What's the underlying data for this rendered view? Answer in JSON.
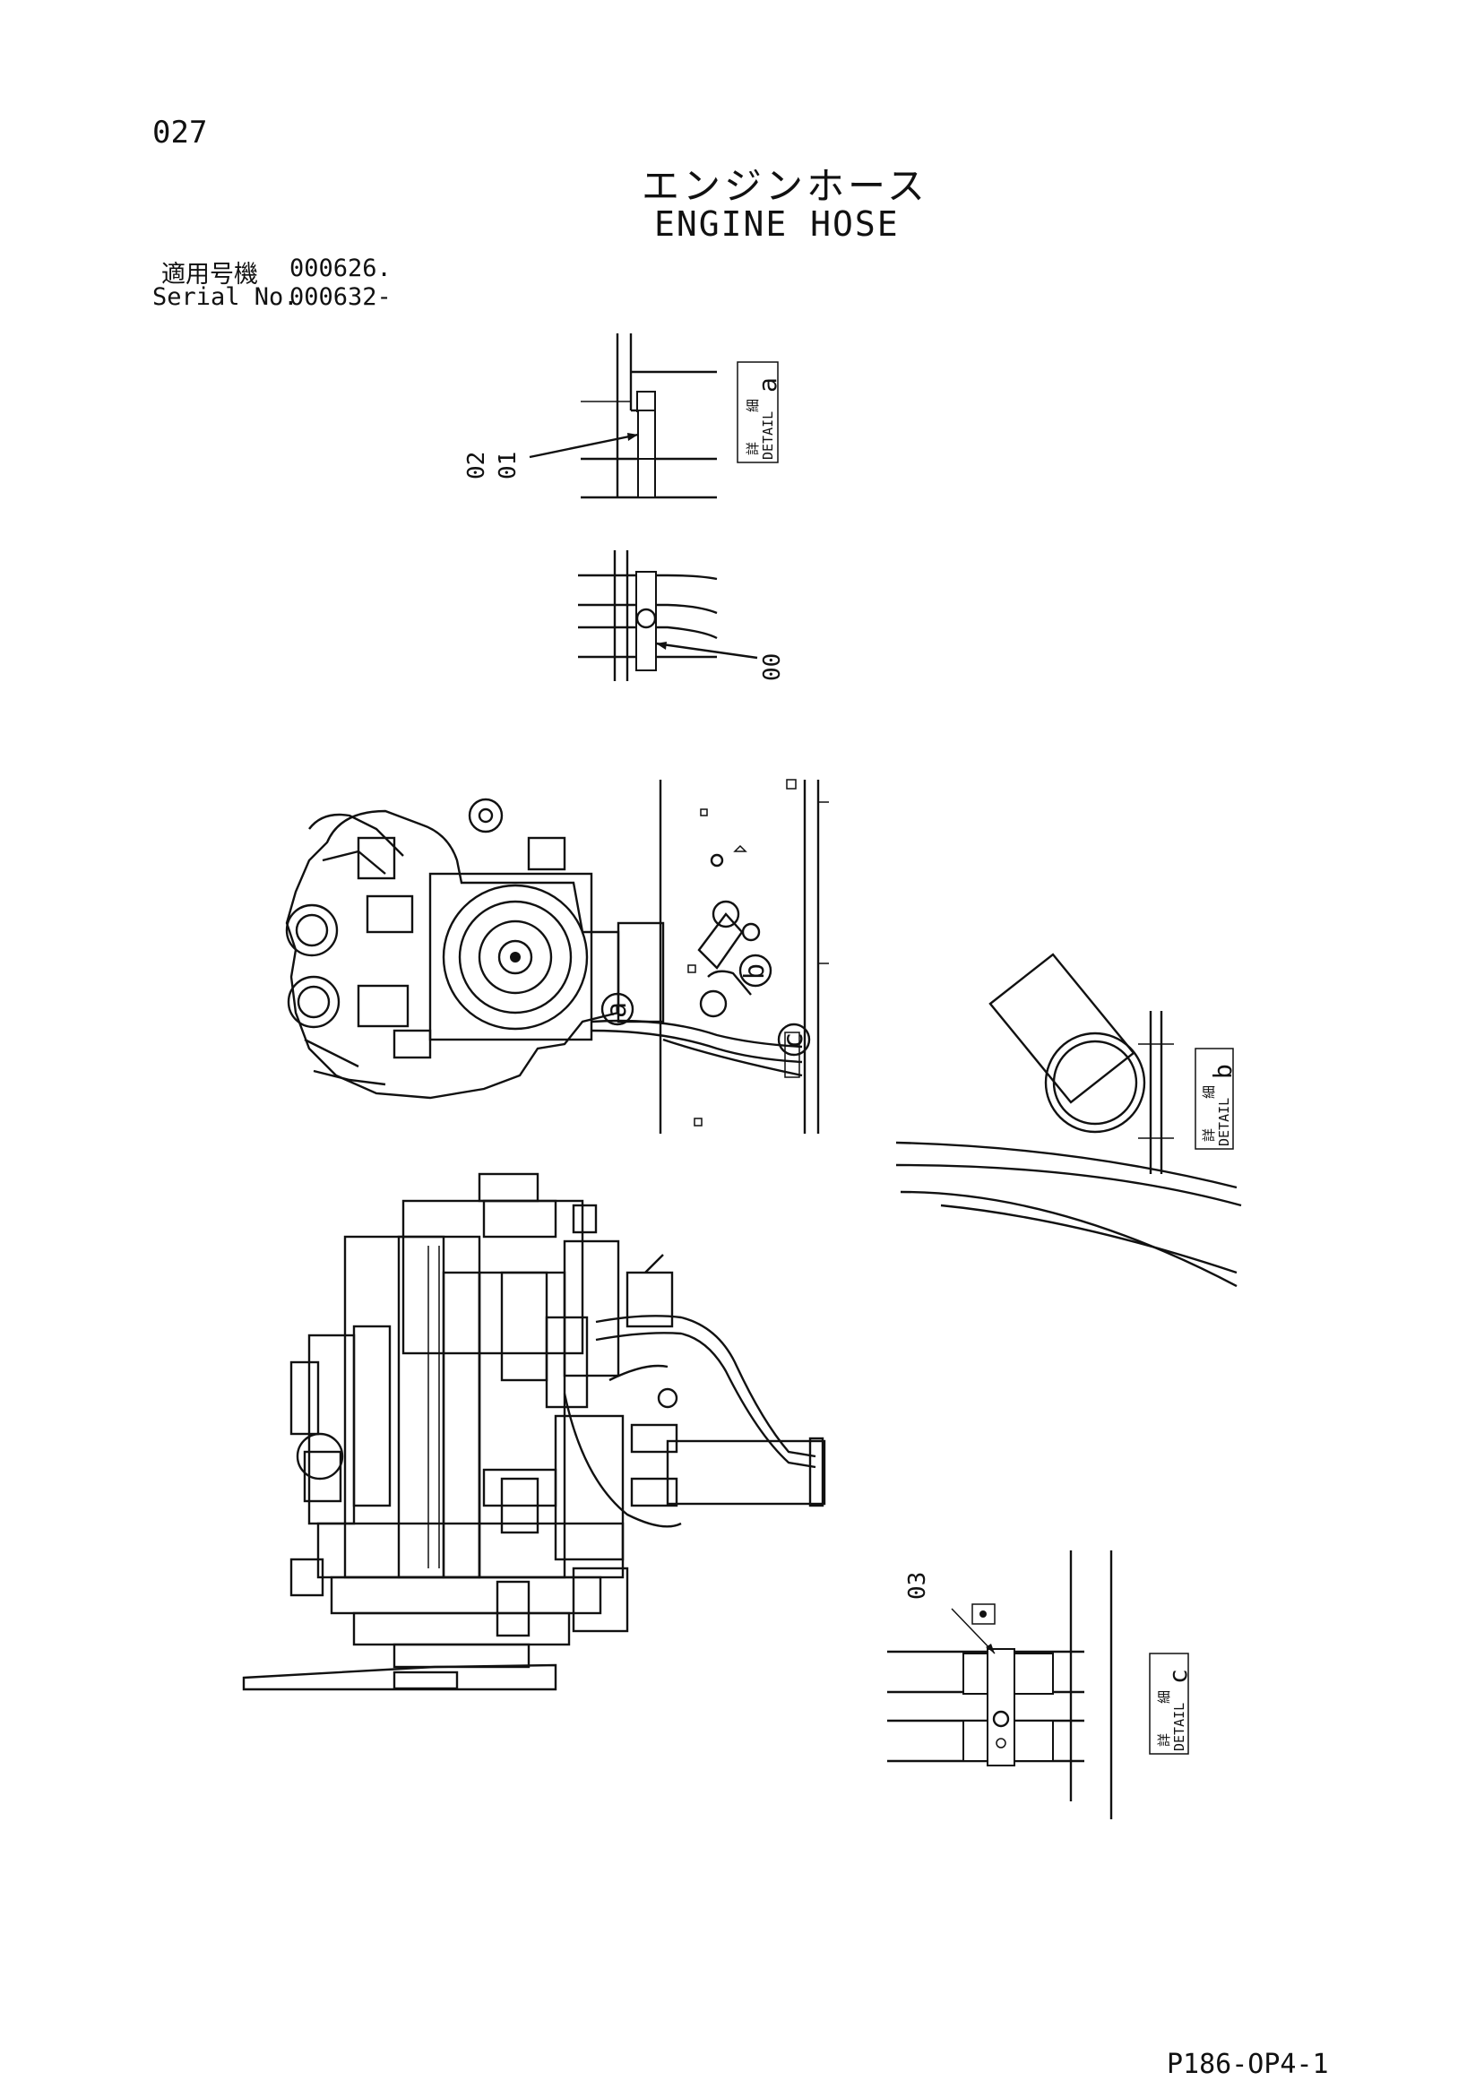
{
  "header": {
    "page_number": "027",
    "title_jp": "エンジンホース",
    "title_en": "ENGINE HOSE"
  },
  "serial": {
    "label_jp": "適用号機",
    "value_1": "000626.",
    "label_en": "Serial No.",
    "value_2": "000632-"
  },
  "details": {
    "a": {
      "kanji_1": "詳",
      "kanji_2": "細",
      "word": "DETAIL",
      "letter": "a"
    },
    "b": {
      "kanji_1": "詳",
      "kanji_2": "細",
      "word": "DETAIL",
      "letter": "b"
    },
    "c": {
      "kanji_1": "詳",
      "kanji_2": "細",
      "word": "DETAIL",
      "letter": "c"
    }
  },
  "callouts": {
    "part_02": "02",
    "part_01": "01",
    "part_00": "00",
    "part_03": "03",
    "marker_a": "a",
    "marker_b": "b",
    "marker_c": "c"
  },
  "footer": {
    "code": "P186-OP4-1"
  }
}
